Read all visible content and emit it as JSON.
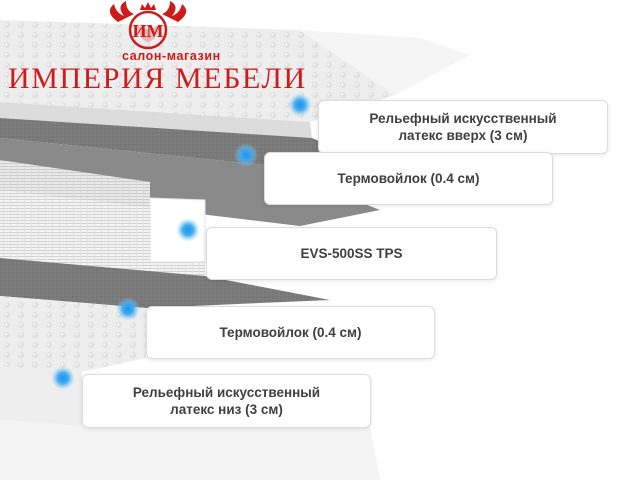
{
  "logo": {
    "subtitle": "салон-магазин",
    "title": "ИМПЕРИЯ МЕБЕЛИ",
    "monogram": "ИМ",
    "color": "#cc1b1b"
  },
  "callouts": [
    {
      "label": "Рельефный искусственный\nлатекс вверх (3 см)"
    },
    {
      "label": "Термовойлок (0.4 см)"
    },
    {
      "label": "EVS-500SS TPS"
    },
    {
      "label": "Термовойлок (0.4 см)"
    },
    {
      "label": "Рельефный искусственный\nлатекс низ (3 см)"
    }
  ],
  "colors": {
    "accent_dot": "#3da9f0",
    "felt": "#7b7b7b",
    "latex": "#ececec",
    "spring_block": "#f6f6f6"
  }
}
